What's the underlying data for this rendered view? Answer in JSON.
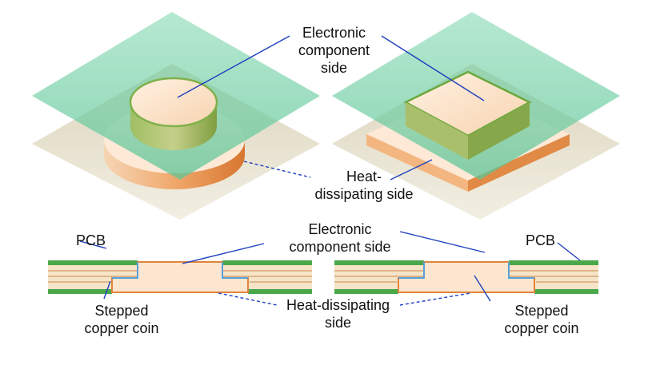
{
  "labels": {
    "top_component_line1": "Electronic",
    "top_component_line2": "component",
    "top_component_line3": "side",
    "top_heat_line1": "Heat-",
    "top_heat_line2": "dissipating side",
    "bottom_component_line1": "Electronic",
    "bottom_component_line2": "component side",
    "bottom_heat_line1": "Heat-dissipating",
    "bottom_heat_line2": "side",
    "pcb_left": "PCB",
    "pcb_right": "PCB",
    "coin_left_line1": "Stepped",
    "coin_left_line2": "copper coin",
    "coin_right_line1": "Stepped",
    "coin_right_line2": "copper coin"
  },
  "colors": {
    "pcb_green_plane": "#7fd3ad",
    "heat_plane": "#d9d2b8",
    "copper_light": "#fbe3cc",
    "copper_dark": "#e58a45",
    "pcb_layer_green": "#4aa84a",
    "callout_line": "#1f3fbf"
  }
}
